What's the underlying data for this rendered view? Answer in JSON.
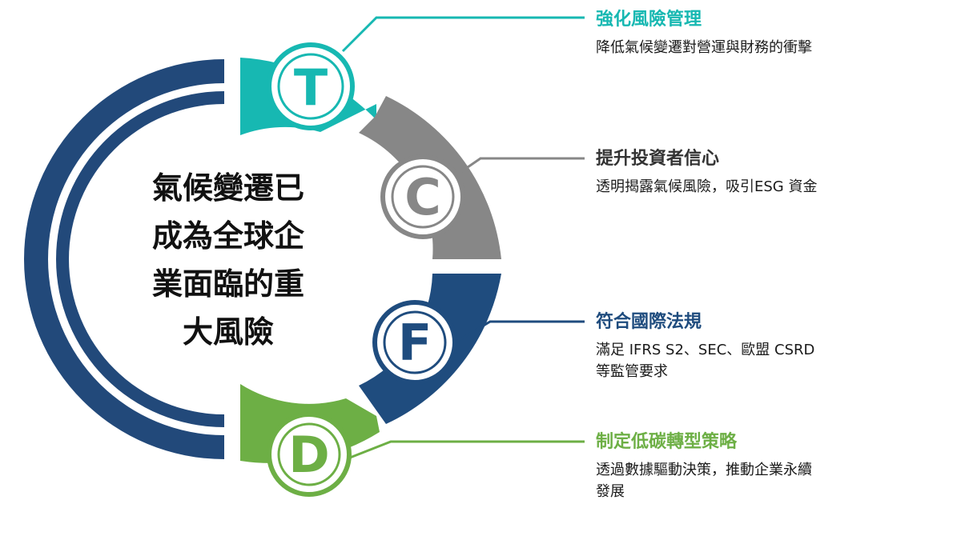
{
  "center": {
    "lines": [
      "氣候變遷已",
      "成為全球企",
      "業面臨的重",
      "大風險"
    ]
  },
  "colors": {
    "navy": "#22497A",
    "teal": "#17B8B2",
    "gray": "#878787",
    "blue": "#1F4C7E",
    "green": "#6DAF45"
  },
  "segments": [
    {
      "letter": "T",
      "title": "強化風險管理",
      "desc": "降低氣候變遷對營運與財務的衝擊",
      "color": "#17B8B2",
      "icon": "letter-t-icon"
    },
    {
      "letter": "C",
      "title": "提升投資者信心",
      "desc": "透明揭露氣候風險，吸引ESG 資金",
      "color": "#878787",
      "icon": "letter-c-icon"
    },
    {
      "letter": "F",
      "title": "符合國際法規",
      "desc": "滿足 IFRS S2、SEC、歐盟 CSRD 等監管要求",
      "color": "#1F4C7E",
      "icon": "letter-f-icon"
    },
    {
      "letter": "D",
      "title": "制定低碳轉型策略",
      "desc": "透過數據驅動決策，推動企業永續發展",
      "color": "#6DAF45",
      "icon": "letter-d-icon"
    }
  ]
}
